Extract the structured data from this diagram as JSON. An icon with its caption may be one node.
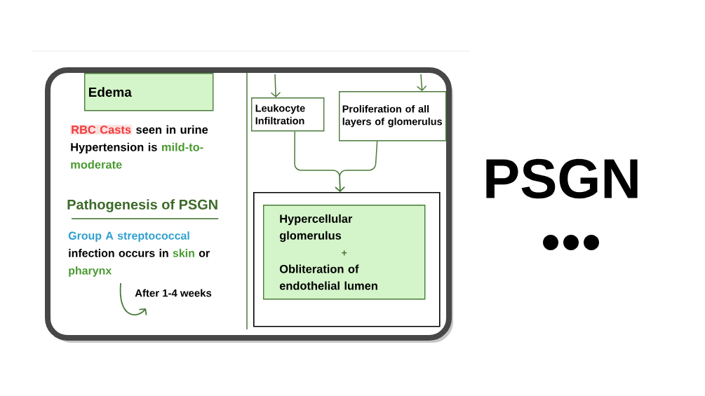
{
  "diagram": {
    "title": "PSGN",
    "nodes": [
      {
        "text": [
          "Edema"
        ]
      },
      {
        "text": [
          "Leukocyte Infiltration"
        ]
      },
      {
        "text": [
          "Proliferation of all layers of glomerulus"
        ]
      },
      {
        "text": [],
        "shape": "box"
      },
      {
        "text": [
          "Hypercellular glomerulus",
          "+",
          "Obliteration of endothelial lumen"
        ],
        "in": 3
      }
    ],
    "edges": [
      {
        "from": null,
        "to": 1,
        "arrow": "to"
      },
      {
        "from": null,
        "to": 2,
        "arrow": "to"
      },
      {
        "from": 1,
        "to": 3,
        "arrow": "to"
      },
      {
        "from": 2,
        "to": 3,
        "arrow": "to"
      }
    ],
    "labels": [
      "RBC Casts",
      "seen in urine",
      "Hypertension is",
      "mild-to-moderate",
      "Pathogenesis of PSGN",
      "Group A streptococcal",
      "infection occurs in",
      "skin",
      "or",
      "pharynx",
      "After 1-4 weeks"
    ]
  }
}
